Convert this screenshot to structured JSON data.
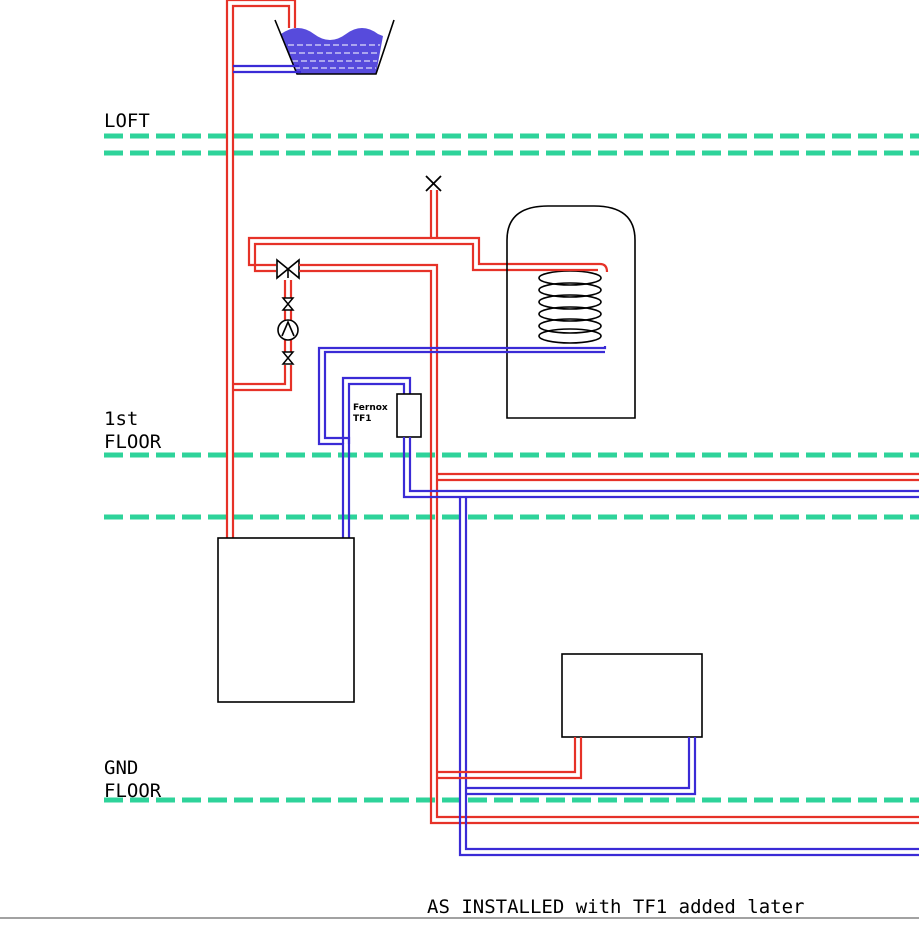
{
  "labels": {
    "loft": "LOFT",
    "first_floor_line1": "1st",
    "first_floor_line2": "FLOOR",
    "gnd_floor_line1": "GND",
    "gnd_floor_line2": "FLOOR",
    "filter_line1": "Fernox",
    "filter_line2": "TF1",
    "caption": "AS INSTALLED with TF1 added later"
  },
  "colors": {
    "flow_pipe": "#e63228",
    "return_pipe": "#3a2bd6",
    "floor_line": "#2ed39a",
    "outline": "#000000"
  }
}
